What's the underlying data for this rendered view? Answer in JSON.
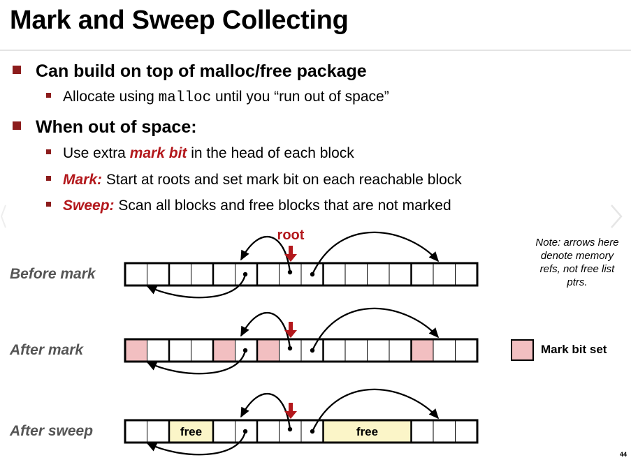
{
  "title": "Mark and Sweep Collecting",
  "bullets": [
    {
      "text": "Can build on top of malloc/free package",
      "sub": [
        {
          "pre": "Allocate using ",
          "code": "malloc",
          "post": " until you “run out of space”"
        }
      ]
    },
    {
      "text": "When out of space:",
      "sub": [
        {
          "pre": "Use extra ",
          "em": "mark bit",
          "post": " in the head of each block"
        },
        {
          "em": "Mark:",
          "post": " Start at roots and set mark bit on each reachable block"
        },
        {
          "em": "Sweep:",
          "post": " Scan all blocks and free blocks that are not marked"
        }
      ]
    }
  ],
  "diagram": {
    "root_label": "root",
    "rows": [
      {
        "label": "Before mark",
        "marked_cells": [],
        "free_blocks": []
      },
      {
        "label": "After mark",
        "marked_cells": [
          0,
          4,
          6,
          13
        ],
        "free_blocks": []
      },
      {
        "label": "After sweep",
        "marked_cells": [],
        "free_blocks": [
          {
            "start": 2,
            "end": 4,
            "label": "free"
          },
          {
            "start": 9,
            "end": 13,
            "label": "free"
          }
        ]
      }
    ],
    "note": "Note: arrows here denote memory refs, not free list ptrs.",
    "legend": "Mark bit set",
    "colors": {
      "mark": "#f2bfc1",
      "free": "#fbf5c8",
      "accent": "#b3181c",
      "bullet": "#8c1c1c"
    }
  },
  "page_number": "44"
}
